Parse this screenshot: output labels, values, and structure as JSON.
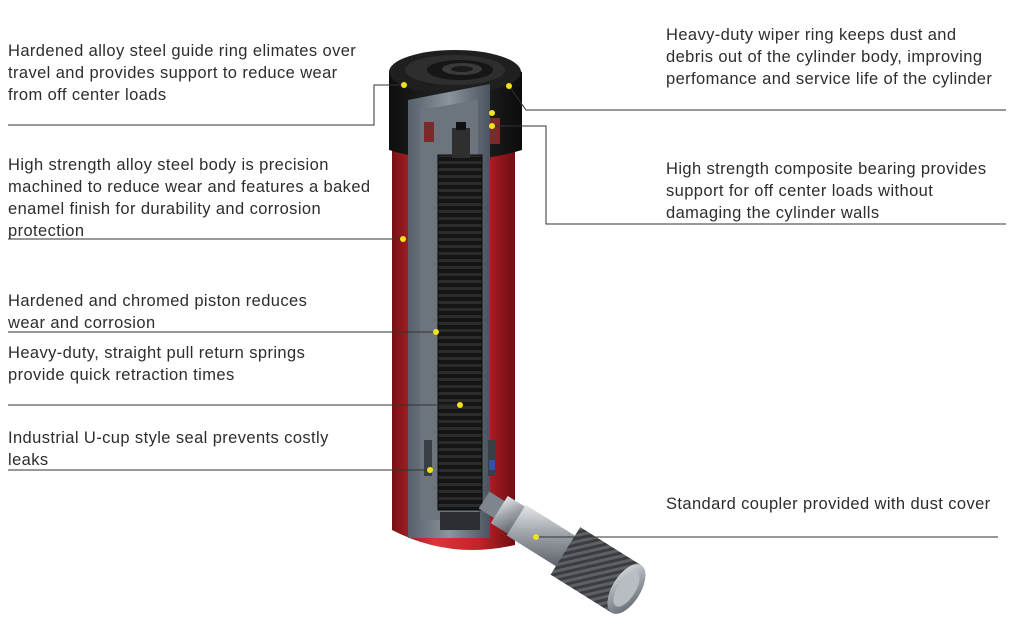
{
  "callouts_left": [
    {
      "id": "guide-ring",
      "text": "Hardened alloy steel guide ring elimates over travel and provides support to reduce wear from off center loads"
    },
    {
      "id": "body",
      "text": "High strength alloy steel body is precision machined to reduce wear and features a baked enamel finish for durability and corrosion protection"
    },
    {
      "id": "piston",
      "text": "Hardened and chromed piston reduces wear and corrosion"
    },
    {
      "id": "springs",
      "text": "Heavy-duty, straight pull return springs provide quick retraction times"
    },
    {
      "id": "seal",
      "text": "Industrial U-cup style seal prevents costly leaks"
    }
  ],
  "callouts_right": [
    {
      "id": "wiper-ring",
      "text": "Heavy-duty wiper ring keeps dust and debris out of the cylinder body, improving perfomance and service life of the cylinder"
    },
    {
      "id": "bearing",
      "text": "High strength composite bearing provides support for off center loads without damaging the cylinder walls"
    },
    {
      "id": "coupler",
      "text": "Standard coupler provided with dust cover"
    }
  ],
  "colors": {
    "body_red": "#c8262b",
    "cap_black": "#1c1c1c",
    "marker_yellow": "#f2e21a",
    "steel": "#9aa0a6",
    "leader_line": "#333333"
  }
}
